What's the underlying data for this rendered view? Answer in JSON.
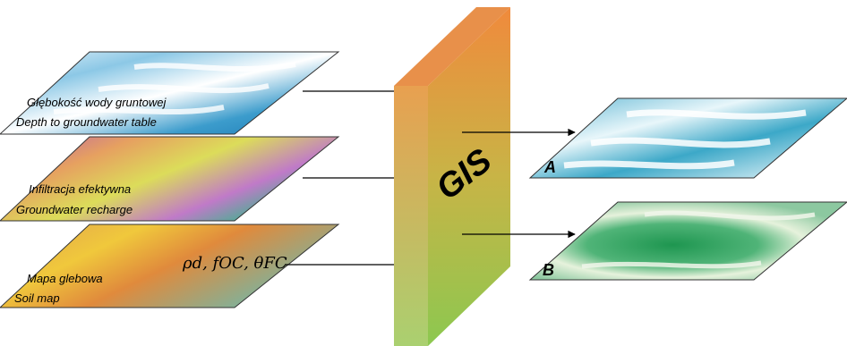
{
  "layers": [
    {
      "id": "groundwater-depth",
      "label_pl": "Głębokość wody gruntowej",
      "label_en": "Depth to groundwater table",
      "texture": "blue-white"
    },
    {
      "id": "recharge",
      "label_pl": "Infiltracja efektywna",
      "label_en": "Groundwater recharge",
      "texture": "purple-yellow-green"
    },
    {
      "id": "soil",
      "label_pl": "Mapa glebowa",
      "label_en": "Soil map",
      "params": "ρd, fOC, θFC",
      "texture": "orange-yellow"
    }
  ],
  "processor": {
    "label": "GIS",
    "colors": {
      "top": "#f08a3c",
      "bottom": "#8cc850"
    }
  },
  "outputs": [
    {
      "id": "A",
      "label": "A",
      "texture": "cyan-white"
    },
    {
      "id": "B",
      "label": "B",
      "texture": "green-white"
    }
  ]
}
